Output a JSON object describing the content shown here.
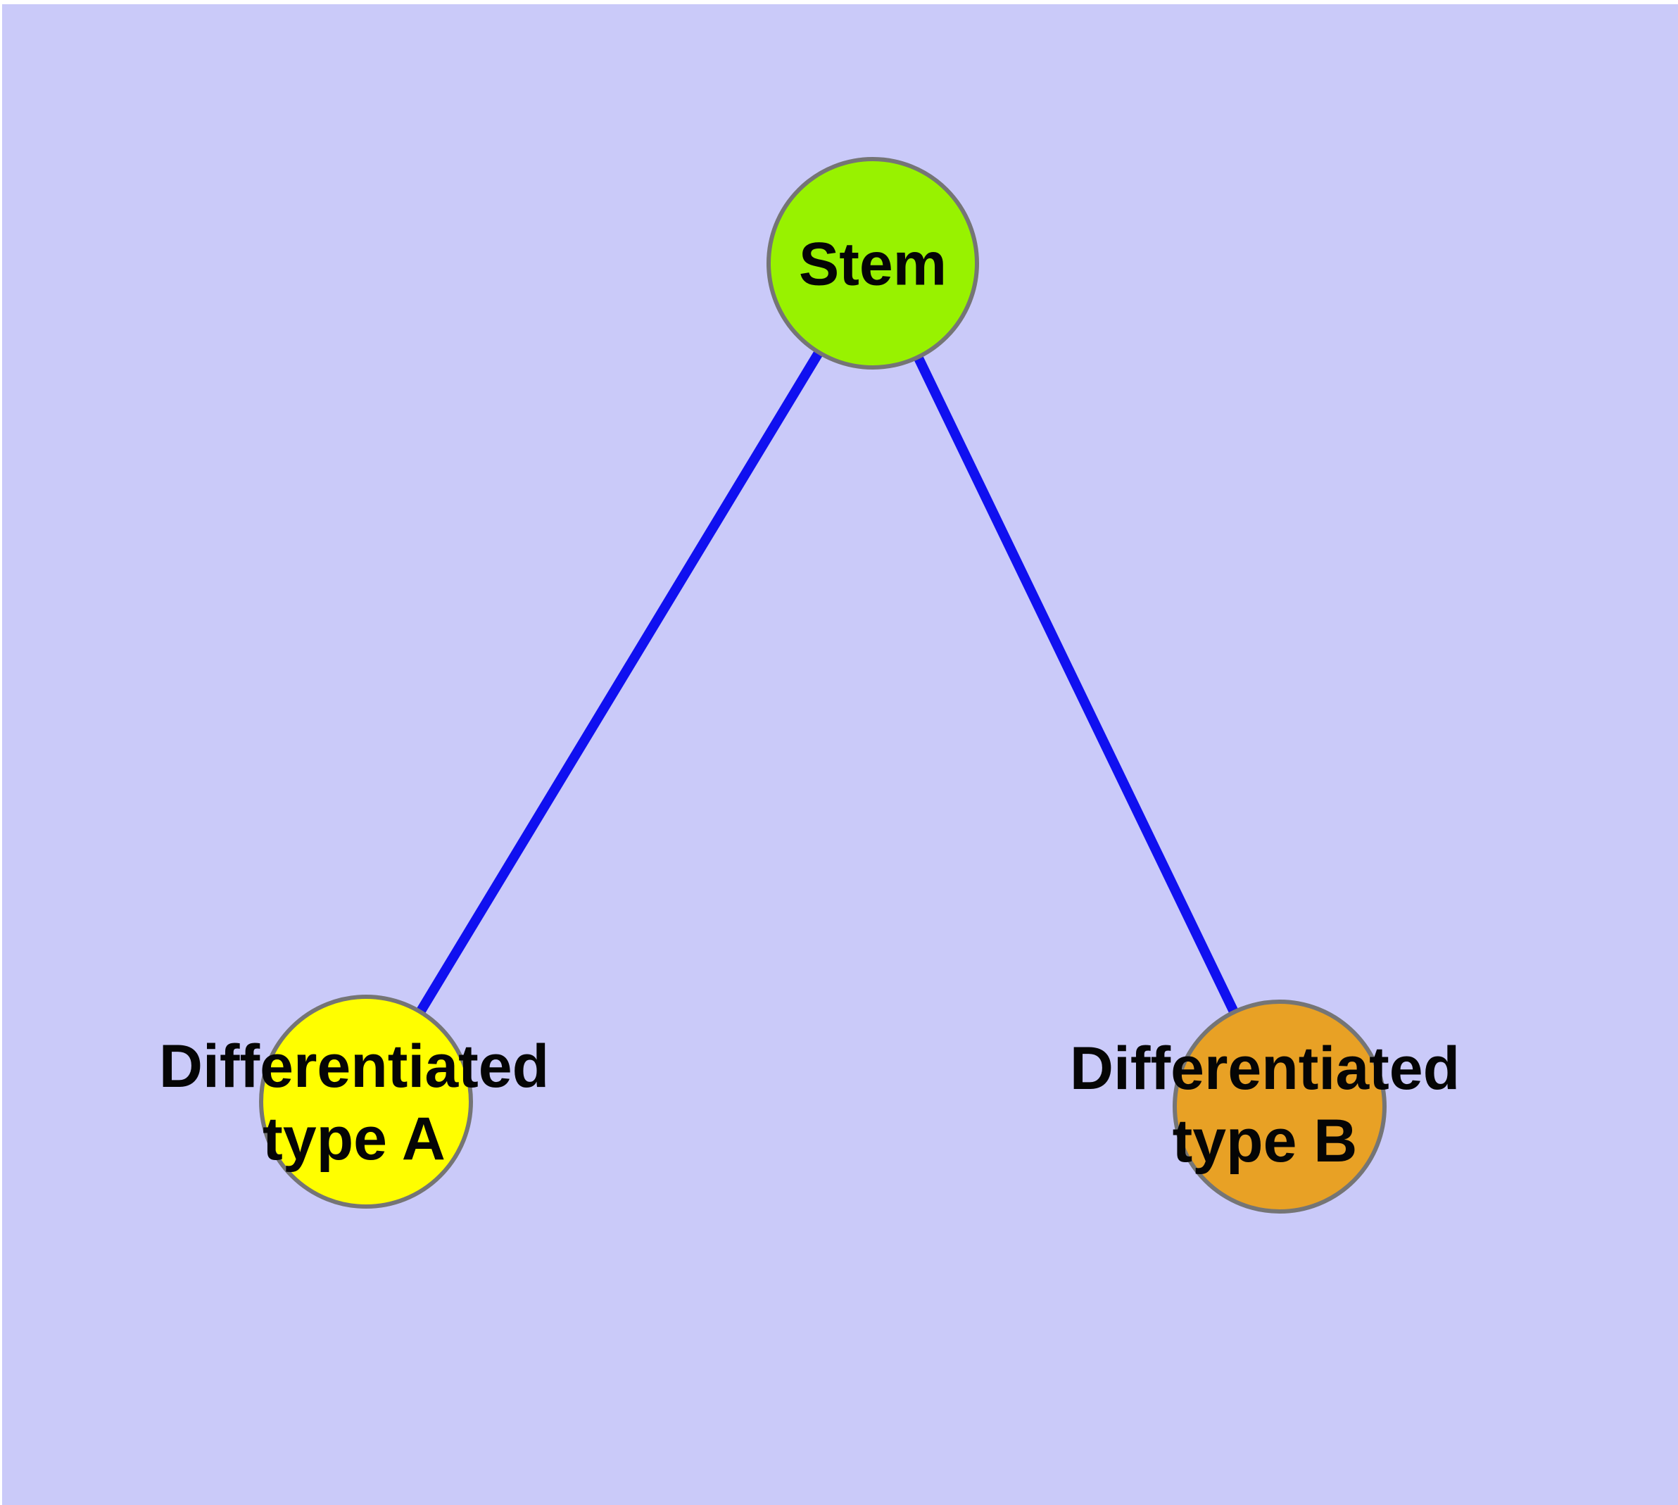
{
  "diagram": {
    "type": "network-graph",
    "description": "Undirected graph of a stem cell differentiating into two cell types",
    "background_color": "#cacaf9",
    "page_margin_color": "#ffffff",
    "edge_color": "#1010f0",
    "node_border_color": "#757575",
    "label_color": "#050505",
    "nodes": [
      {
        "id": "stem",
        "fill": "#98f200",
        "lines": [
          "Stem"
        ]
      },
      {
        "id": "type-a",
        "fill": "#fffe00",
        "lines": [
          "Differentiated",
          "type A"
        ]
      },
      {
        "id": "type-b",
        "fill": "#e8a125",
        "lines": [
          "Differentiated",
          "type B"
        ]
      }
    ],
    "edges": [
      {
        "from": "stem",
        "to": "type-a"
      },
      {
        "from": "stem",
        "to": "type-b"
      }
    ]
  }
}
